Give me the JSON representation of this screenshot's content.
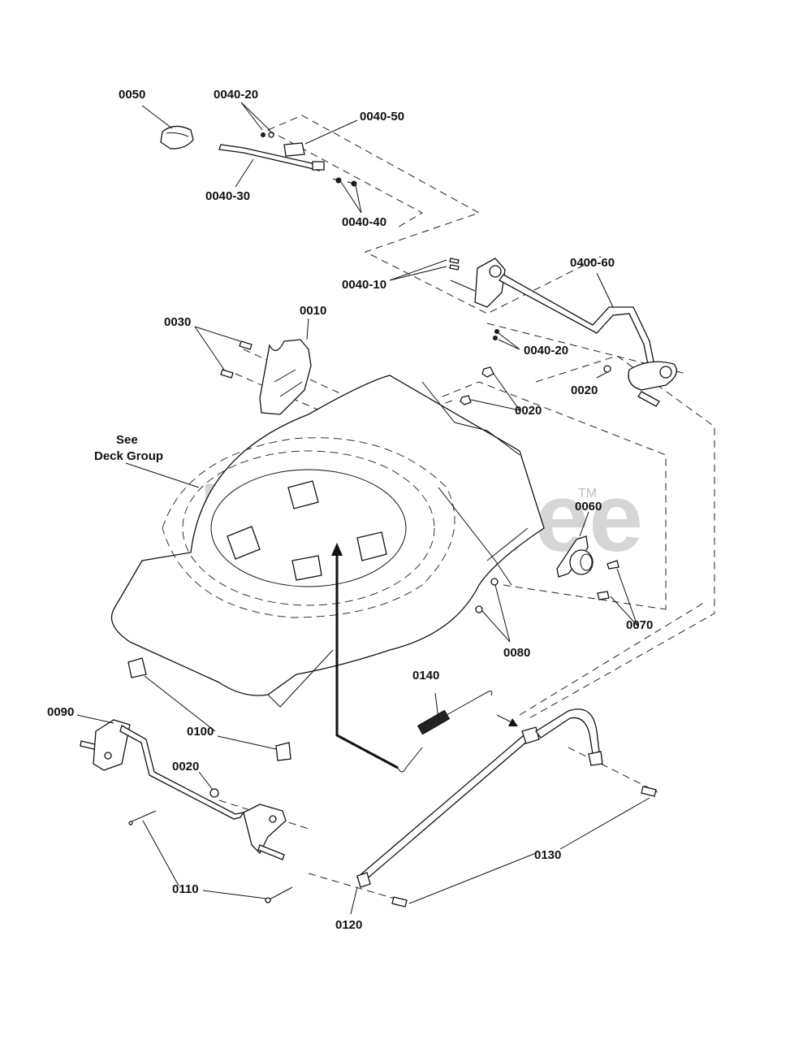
{
  "diagram": {
    "title": "Lawn mower deck drive / height-adjust exploded parts diagram",
    "watermark": "PartsTree",
    "watermark_tm": "TM",
    "note": {
      "line1": "See",
      "line2": "Deck Group"
    },
    "labels": [
      {
        "id": "0050",
        "text": "0050"
      },
      {
        "id": "0040-20-a",
        "text": "0040-20"
      },
      {
        "id": "0040-50",
        "text": "0040-50"
      },
      {
        "id": "0040-30",
        "text": "0040-30"
      },
      {
        "id": "0040-40",
        "text": "0040-40"
      },
      {
        "id": "0040-10",
        "text": "0040-10"
      },
      {
        "id": "0400-60",
        "text": "0400-60"
      },
      {
        "id": "0040-20-b",
        "text": "0040-20"
      },
      {
        "id": "0030",
        "text": "0030"
      },
      {
        "id": "0010",
        "text": "0010"
      },
      {
        "id": "0020-a",
        "text": "0020"
      },
      {
        "id": "0020-b",
        "text": "0020"
      },
      {
        "id": "0060",
        "text": "0060"
      },
      {
        "id": "0070",
        "text": "0070"
      },
      {
        "id": "0080",
        "text": "0080"
      },
      {
        "id": "0140",
        "text": "0140"
      },
      {
        "id": "0090",
        "text": "0090"
      },
      {
        "id": "0100",
        "text": "0100"
      },
      {
        "id": "0020-c",
        "text": "0020"
      },
      {
        "id": "0110",
        "text": "0110"
      },
      {
        "id": "0130",
        "text": "0130"
      },
      {
        "id": "0120",
        "text": "0120"
      }
    ]
  }
}
